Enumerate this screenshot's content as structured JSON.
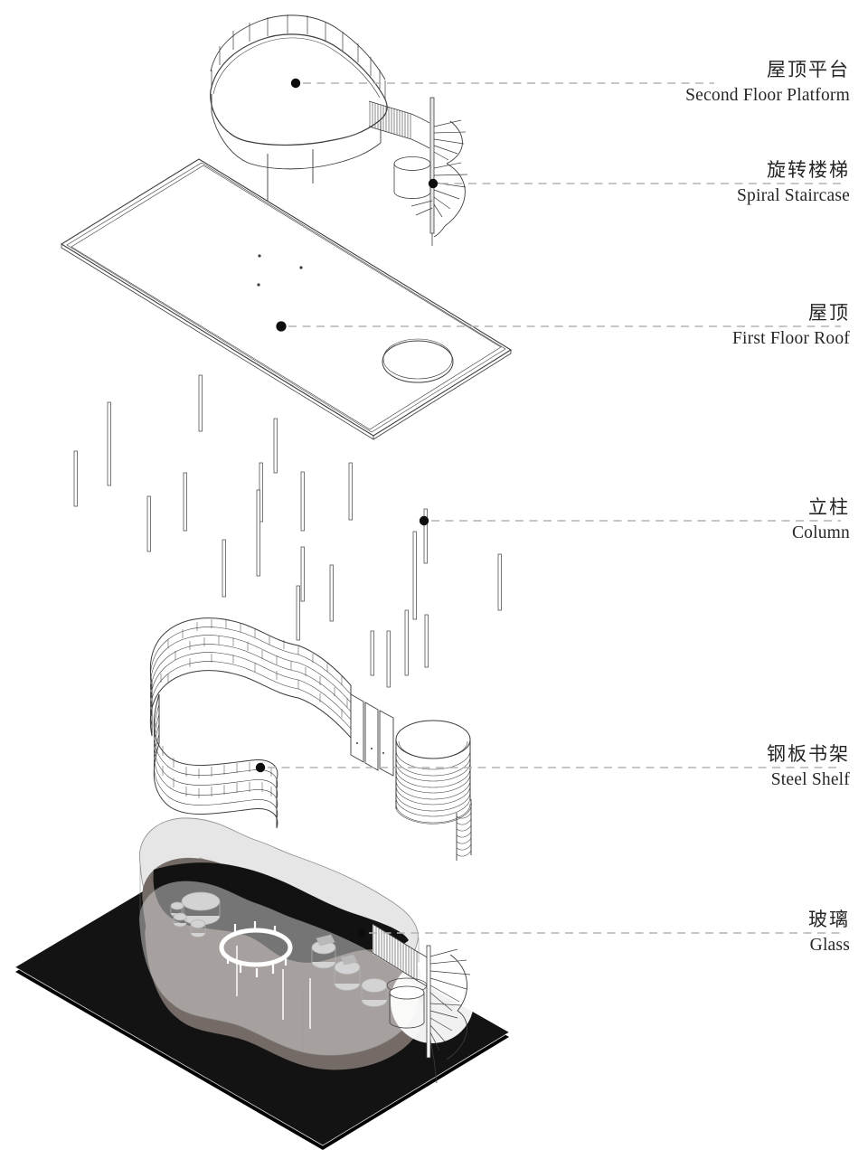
{
  "diagram": {
    "type": "exploded-axonometric-architecture-diagram",
    "labels": [
      {
        "id": "second-floor-platform",
        "zh": "屋顶平台",
        "en": "Second Floor Platform"
      },
      {
        "id": "spiral-staircase",
        "zh": "旋转楼梯",
        "en": "Spiral Staircase"
      },
      {
        "id": "first-floor-roof",
        "zh": "屋顶",
        "en": "First Floor Roof"
      },
      {
        "id": "column",
        "zh": "立柱",
        "en": "Column"
      },
      {
        "id": "steel-shelf",
        "zh": "钢板书架",
        "en": "Steel Shelf"
      },
      {
        "id": "glass",
        "zh": "玻璃",
        "en": "Glass"
      }
    ],
    "colors": {
      "background": "#ffffff",
      "line_work": "#3c3c3c",
      "leader_dash": "#b4b4b4",
      "marker_dot": "#0d0d0d",
      "floor_plate": "#131313",
      "interior_mass": "#746b66",
      "inner_floor": "#121212",
      "glass_fill": "#d8d8d8",
      "furniture": "#cfcfcf",
      "text": "#262626"
    }
  }
}
